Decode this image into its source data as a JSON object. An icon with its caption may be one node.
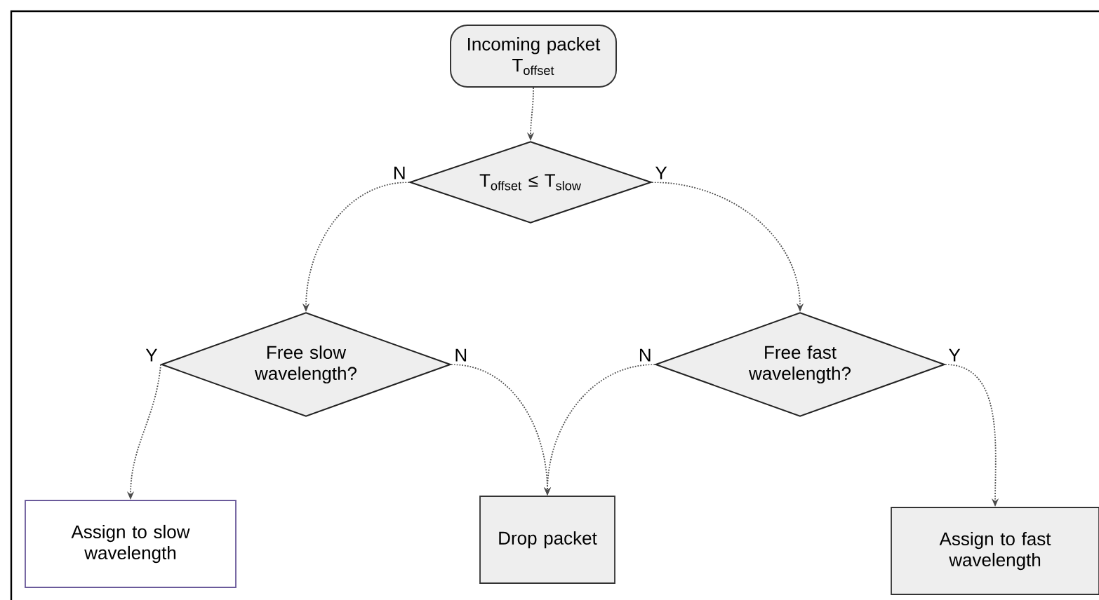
{
  "diagram": {
    "nodes": [
      {
        "text": [
          "Incoming packet",
          "T$_{offset}$"
        ]
      },
      {
        "text": [
          "T$_{offset}$ ≤ T$_{slow}$"
        ]
      },
      {
        "text": [
          "Free slow wavelength?"
        ]
      },
      {
        "text": [
          "Free fast wavelength?"
        ]
      },
      {
        "text": [
          "Assign to slow wavelength"
        ]
      },
      {
        "text": [
          "Drop packet"
        ]
      },
      {
        "text": [
          "Assign to fast wavelength"
        ]
      }
    ],
    "edges": [
      {
        "from": 0,
        "to": 1,
        "arrow": "to"
      },
      {
        "from": 1,
        "to": 2,
        "arrow": "to",
        "label": "N"
      },
      {
        "from": 1,
        "to": 3,
        "arrow": "to",
        "label": "Y"
      },
      {
        "from": 2,
        "to": 4,
        "arrow": "to",
        "label": "Y"
      },
      {
        "from": 2,
        "to": 5,
        "arrow": "to",
        "label": "N"
      },
      {
        "from": 3,
        "to": 5,
        "arrow": "to",
        "label": "N"
      },
      {
        "from": 3,
        "to": 6,
        "arrow": "to",
        "label": "Y"
      }
    ]
  }
}
